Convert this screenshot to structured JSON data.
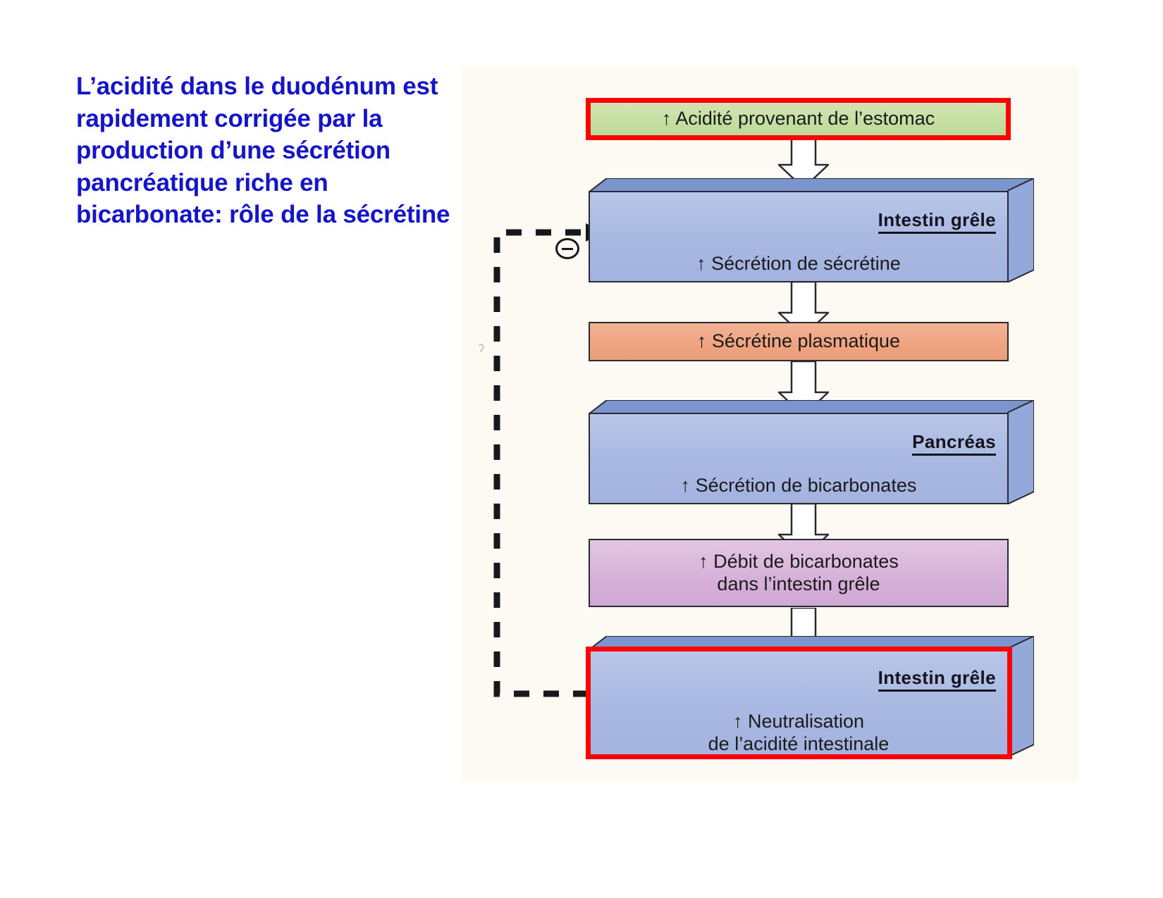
{
  "caption": {
    "text": "L’acidité dans le duodénum est rapidement corrigée par la production d’une sécrétion pancréatique riche en bicarbonate: rôle de la sécrétine",
    "color": "#1414c8"
  },
  "diagram": {
    "background": "#fdfaf4",
    "accent_highlight_color": "#fe0000",
    "nodes": [
      {
        "id": "acidite-estomac",
        "text": "↑ Acidité provenant de l’estomac",
        "organ": "",
        "style": "flat-green",
        "color": "#c6dfa3",
        "highlighted": true
      },
      {
        "id": "secretion-secretine",
        "text": "↑ Sécrétion de sécrétine",
        "organ": "Intestin grêle",
        "style": "3d-blue",
        "color": "#aab9e2",
        "highlighted": false
      },
      {
        "id": "secretine-plasmatique",
        "text": "↑ Sécrétine plasmatique",
        "organ": "",
        "style": "flat-orange",
        "color": "#efa482",
        "highlighted": false
      },
      {
        "id": "secretion-bicarbonates",
        "text": "↑ Sécrétion de bicarbonates",
        "organ": "Pancréas",
        "style": "3d-blue",
        "color": "#aab9e2",
        "highlighted": false
      },
      {
        "id": "debit-bicarbonates",
        "text": "↑ Débit de bicarbonates\ndans l’intestin grêle",
        "organ": "",
        "style": "flat-purple",
        "color": "#d7b2da",
        "highlighted": false
      },
      {
        "id": "neutralisation",
        "text": "↑ Neutralisation\nde l’acidité intestinale",
        "organ": "Intestin grêle",
        "style": "3d-blue",
        "color": "#aab9e2",
        "highlighted": true
      }
    ],
    "feedback": {
      "sign": "−",
      "sign_label": "minus-sign",
      "from": "neutralisation",
      "to": "secretion-secretine",
      "line_style": "dashed"
    },
    "flow_arrow_count": 5
  }
}
